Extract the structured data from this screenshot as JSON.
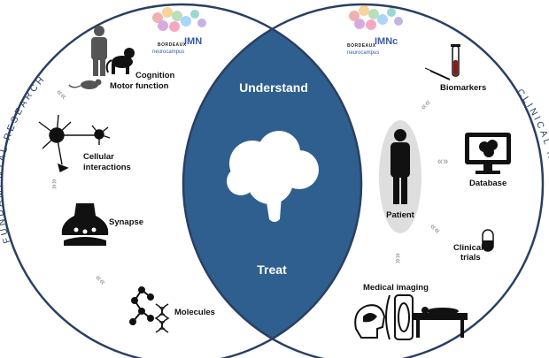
{
  "center": {
    "top_label": "Understand",
    "bottom_label": "Treat"
  },
  "left_circle": {
    "arc_title": "FUNDAMENTAL RESEARCH",
    "logo": {
      "name": "IMN",
      "city": "BORDEAUX",
      "campus": "neurocampus"
    },
    "items": {
      "cognition": {
        "line1": "Cognition",
        "line2": "Motor function"
      },
      "cellular": {
        "line1": "Cellular",
        "line2": "interactions"
      },
      "synapse": "Synapse",
      "molecules": "Molecules"
    }
  },
  "right_circle": {
    "arc_title": "CLINICAL RESEARCH",
    "logo": {
      "name": "IMNc",
      "city": "BORDEAUX",
      "campus": "neurocampus"
    },
    "items": {
      "biomarkers": "Biomarkers",
      "patient": "Patient",
      "database": "Database",
      "clinical_trials": {
        "line1": "Clinical",
        "line2": "trials"
      },
      "medical_imaging": "Medical imaging"
    }
  },
  "colors": {
    "overlap_fill": "#2e5f8e",
    "circle_stroke": "#2a3f63",
    "icon": "#111111",
    "chevron": "#a8a8a8"
  },
  "icons": {
    "left": [
      "human-icon",
      "monkey-icon",
      "rat-icon",
      "neuron-icon",
      "synapse-icon",
      "molecule-icon",
      "dna-icon"
    ],
    "right": [
      "test-tube-icon",
      "patient-silhouette-icon",
      "monitor-brain-icon",
      "capsule-icon",
      "mri-scanner-icon",
      "head-scan-icon"
    ],
    "center": "brain-icon"
  }
}
